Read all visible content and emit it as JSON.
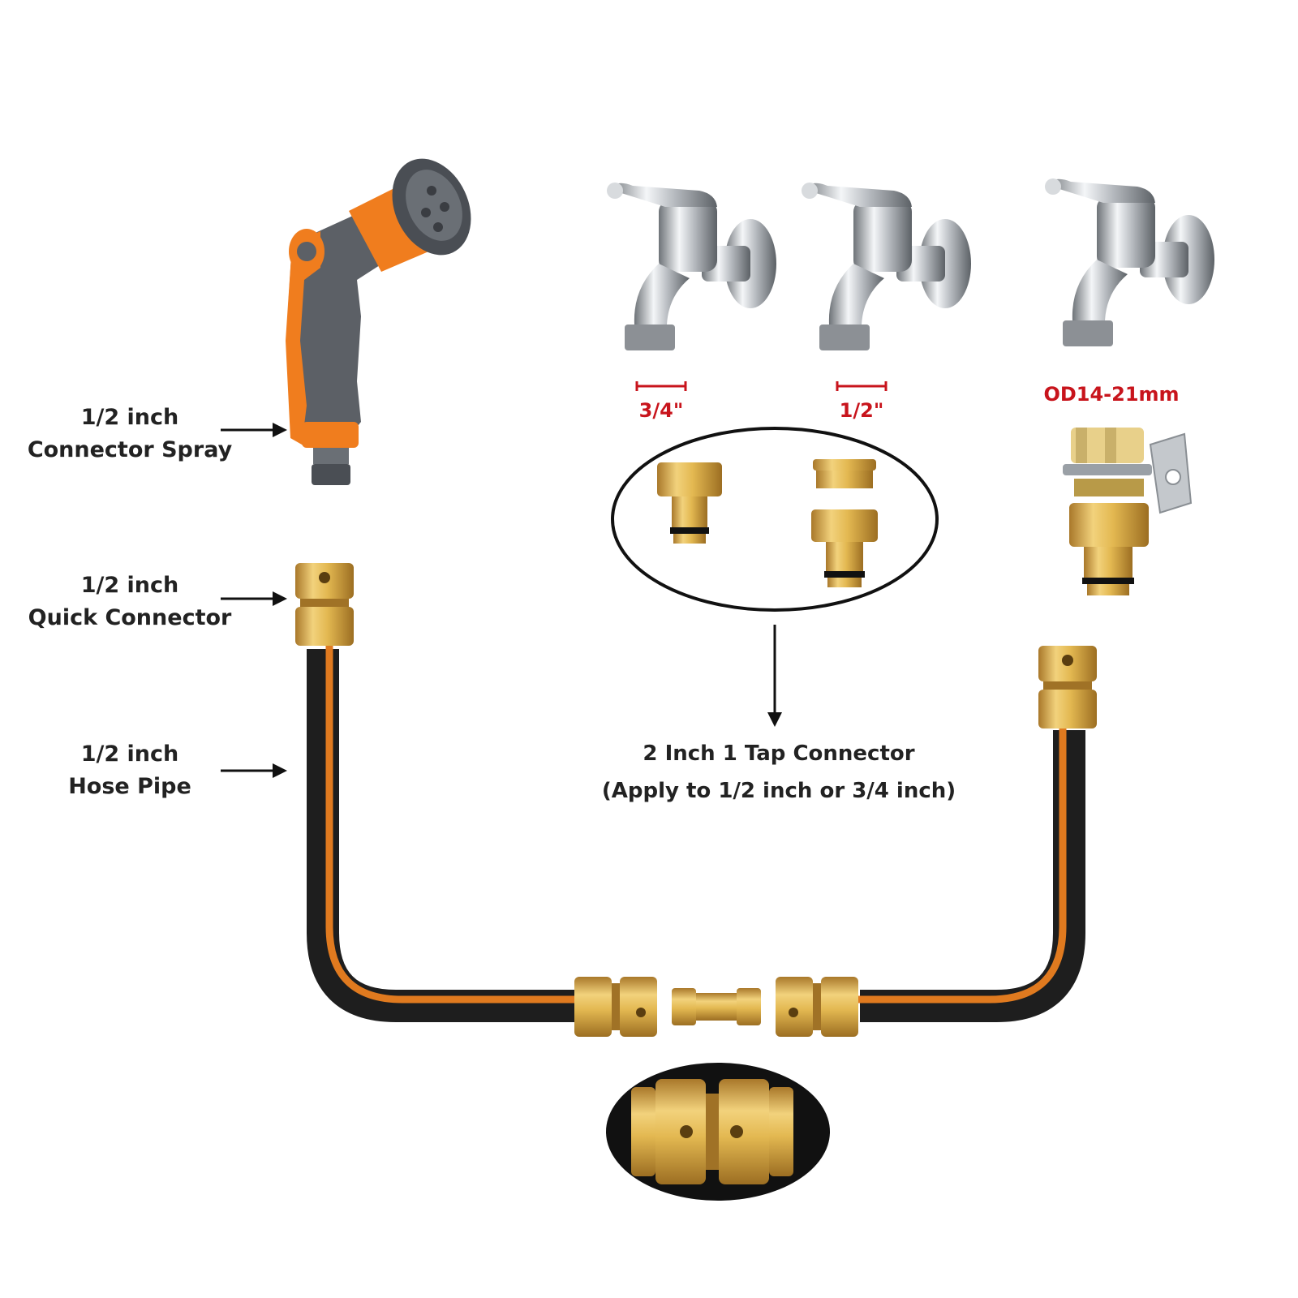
{
  "labels": {
    "spray": {
      "line1": "1/2 inch",
      "line2": "Connector Spray"
    },
    "quick": {
      "line1": "1/2 inch",
      "line2": "Quick Connector"
    },
    "hose": {
      "line1": "1/2 inch",
      "line2": "Hose Pipe"
    },
    "tap": {
      "line1": "2 Inch 1 Tap Connector",
      "line2": "(Apply to 1/2 inch or 3/4 inch)"
    }
  },
  "sizes": {
    "size_34": "3/4\"",
    "size_12": "1/2\"",
    "od": "OD14-21mm"
  },
  "colors": {
    "brass": "#d4a93a",
    "hose_black": "#1e1e1e",
    "hose_orange": "#e07a1f",
    "spray_orange": "#f07d1e",
    "spray_grey": "#5c6066",
    "chrome": "#c9ccd0",
    "accent_red": "#c8141c"
  }
}
